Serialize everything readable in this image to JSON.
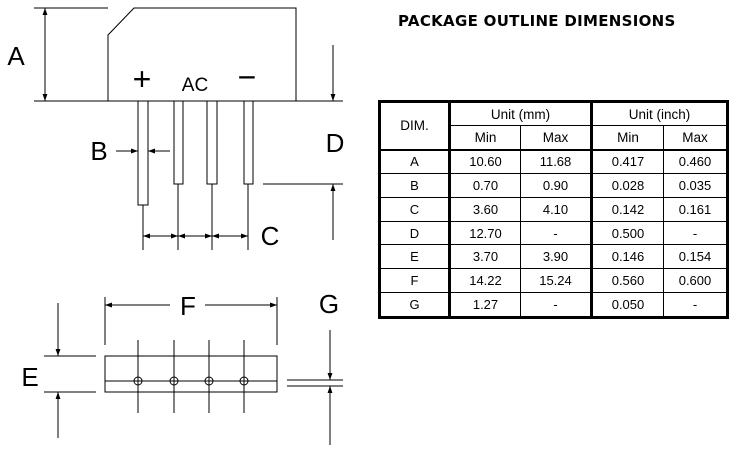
{
  "title": "PACKAGE OUTLINE DIMENSIONS",
  "drawing": {
    "dimension_letters": {
      "A": "A",
      "B": "B",
      "C": "C",
      "D": "D",
      "E": "E",
      "F": "F",
      "G": "G"
    },
    "pin_labels": {
      "plus": "+",
      "ac": "AC",
      "minus": "−"
    }
  },
  "table": {
    "header_dim": "DIM.",
    "unit_mm": "Unit (mm)",
    "unit_inch": "Unit (inch)",
    "min_label": "Min",
    "max_label": "Max",
    "rows": [
      {
        "dim": "A",
        "mm_min": "10.60",
        "mm_max": "11.68",
        "in_min": "0.417",
        "in_max": "0.460"
      },
      {
        "dim": "B",
        "mm_min": "0.70",
        "mm_max": "0.90",
        "in_min": "0.028",
        "in_max": "0.035"
      },
      {
        "dim": "C",
        "mm_min": "3.60",
        "mm_max": "4.10",
        "in_min": "0.142",
        "in_max": "0.161"
      },
      {
        "dim": "D",
        "mm_min": "12.70",
        "mm_max": "-",
        "in_min": "0.500",
        "in_max": "-"
      },
      {
        "dim": "E",
        "mm_min": "3.70",
        "mm_max": "3.90",
        "in_min": "0.146",
        "in_max": "0.154"
      },
      {
        "dim": "F",
        "mm_min": "14.22",
        "mm_max": "15.24",
        "in_min": "0.560",
        "in_max": "0.600"
      },
      {
        "dim": "G",
        "mm_min": "1.27",
        "mm_max": "-",
        "in_min": "0.050",
        "in_max": "-"
      }
    ]
  }
}
